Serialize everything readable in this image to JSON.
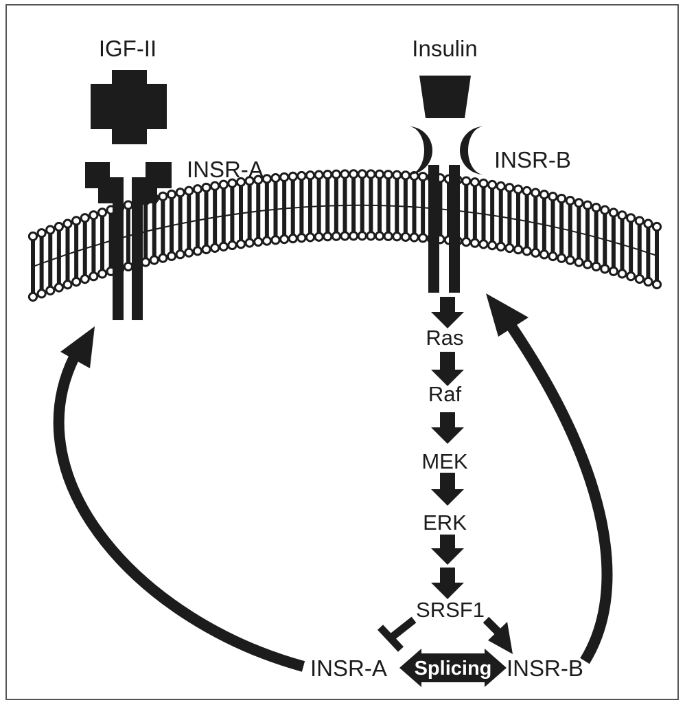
{
  "ligands": {
    "igf2": "IGF-II",
    "insulin": "Insulin"
  },
  "receptors": {
    "insr_a": "INSR-A",
    "insr_b": "INSR-B"
  },
  "pathway": [
    "Ras",
    "Raf",
    "MEK",
    "ERK"
  ],
  "splicing": {
    "factor": "SRSF1",
    "left_isoform": "INSR-A",
    "right_isoform": "INSR-B",
    "label": "Splicing"
  },
  "colors": {
    "ink": "#1c1c1c",
    "background": "#ffffff",
    "frame": "#555555"
  }
}
